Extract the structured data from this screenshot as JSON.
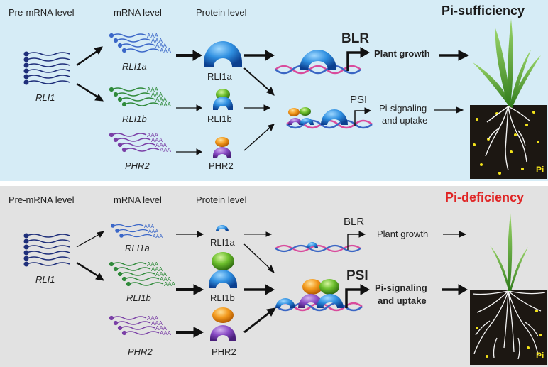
{
  "panels": [
    {
      "condition": "Pi-sufficiency",
      "condition_color": "#1a1a1a",
      "headers": [
        "Pre-mRNA level",
        "mRNA level",
        "Protein level"
      ],
      "pre_mrna": "RLI1",
      "mrna": [
        "RLI1a",
        "RLI1b",
        "PHR2"
      ],
      "proteins": [
        "RLI1a",
        "RLI1b",
        "PHR2"
      ],
      "target_blr": "BLR",
      "target_psi": "PSI",
      "outcome_growth": "Plant growth",
      "outcome_signal_line1": "Pi-signaling",
      "outcome_signal_line2": "and uptake",
      "soil_label": "Pi",
      "poly_a": "AAA"
    },
    {
      "condition": "Pi-deficiency",
      "condition_color": "#e02424",
      "headers": [
        "Pre-mRNA level",
        "mRNA level",
        "Protein level"
      ],
      "pre_mrna": "RLI1",
      "mrna": [
        "RLI1a",
        "RLI1b",
        "PHR2"
      ],
      "proteins": [
        "RLI1a",
        "RLI1b",
        "PHR2"
      ],
      "target_blr": "BLR",
      "target_psi": "PSI",
      "outcome_growth": "Plant growth",
      "outcome_signal_line1": "Pi-signaling",
      "outcome_signal_line2": "and uptake",
      "soil_label": "Pi",
      "poly_a": "AAA"
    }
  ],
  "colors": {
    "top_bg": "#d6ecf6",
    "bottom_bg": "#e2e2e2",
    "pre_mrna": "#1f2f7a",
    "rli1a": "#3b67c8",
    "rli1b": "#2f8a3a",
    "phr2": "#7a3fa6"
  }
}
